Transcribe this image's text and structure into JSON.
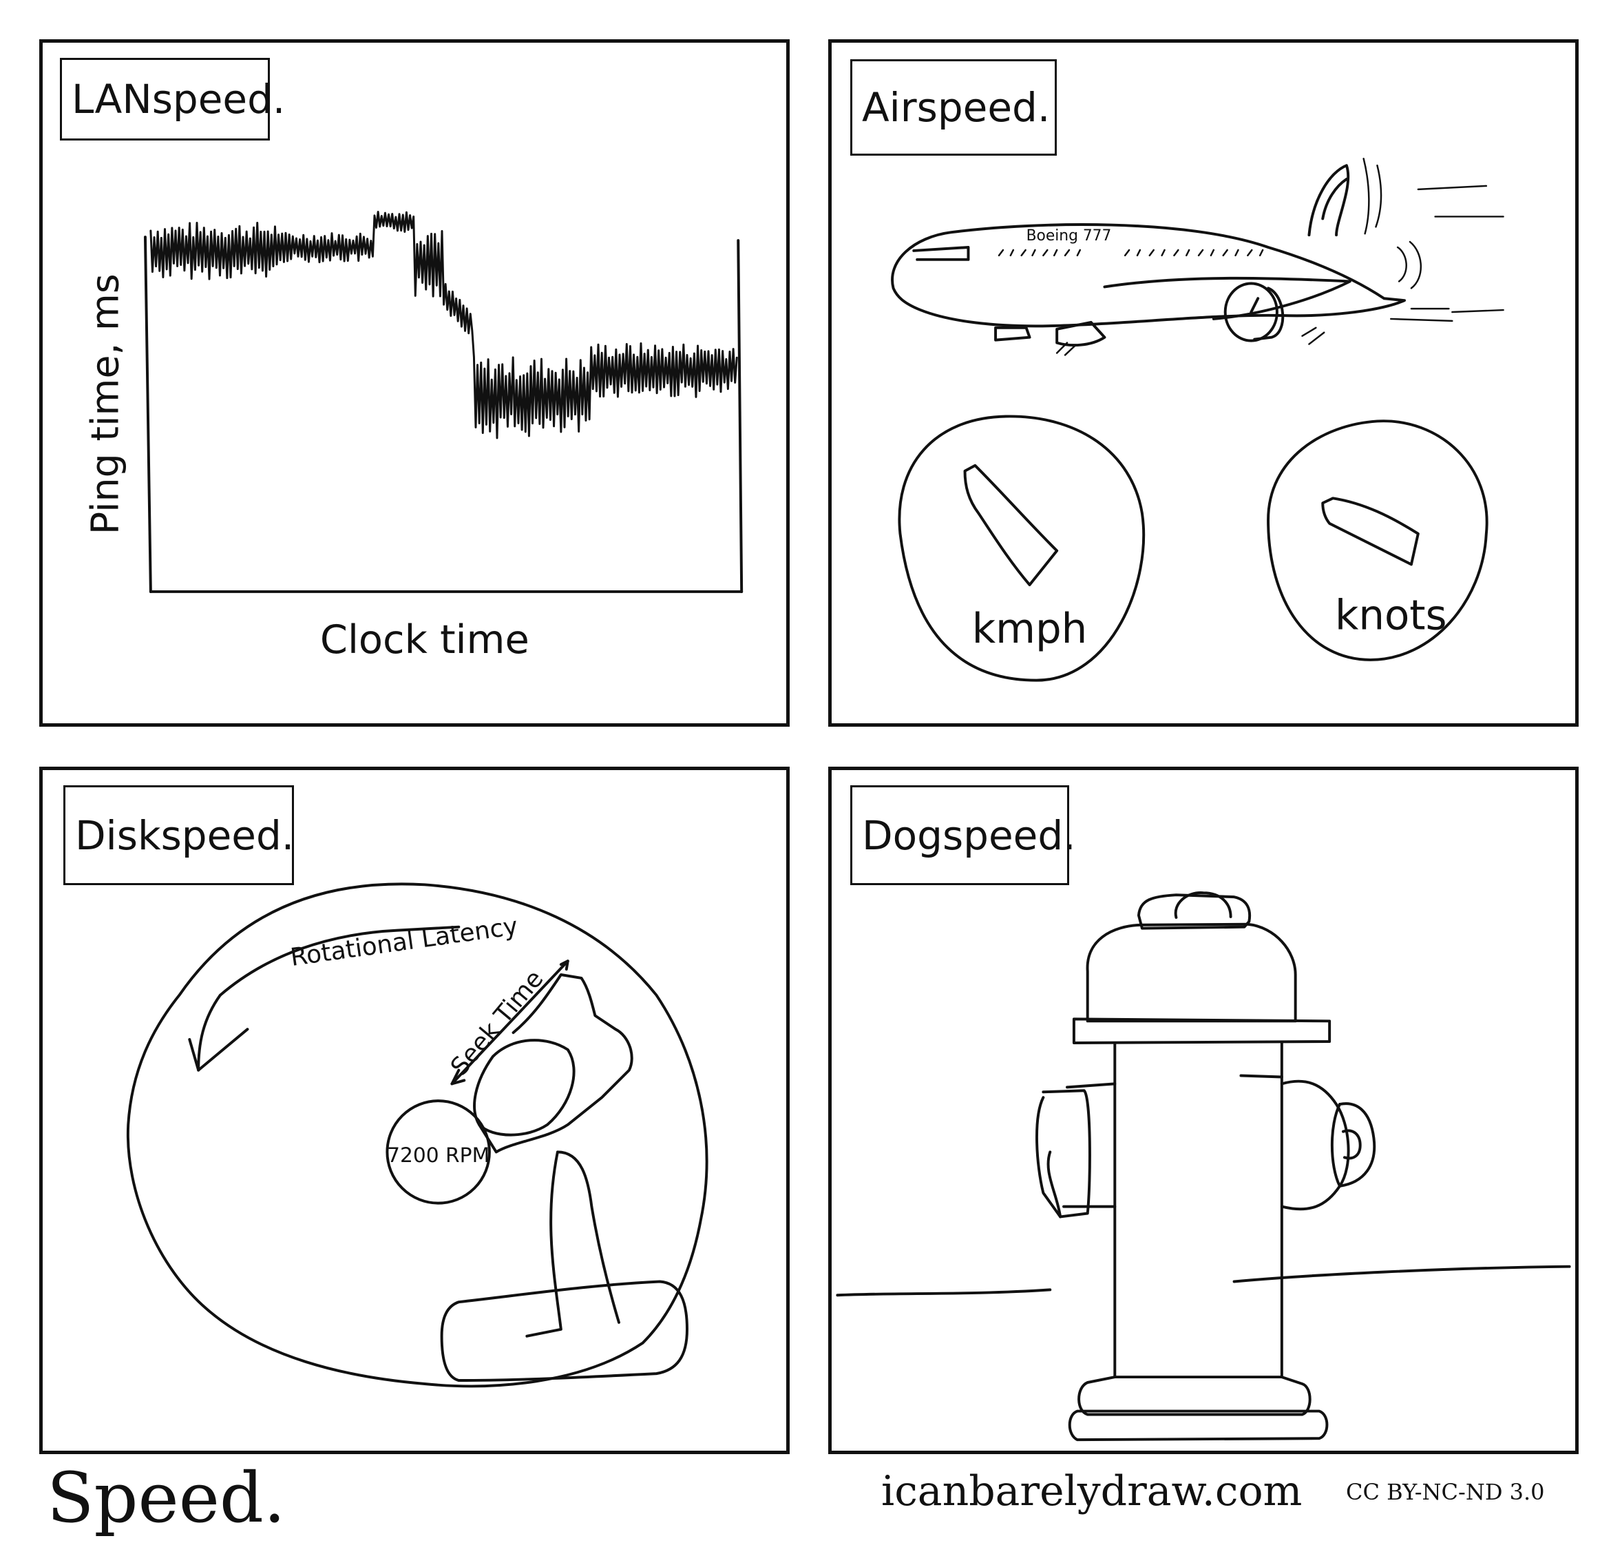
{
  "panels": {
    "lan": {
      "caption": "LANspeed.",
      "ylabel": "Ping time, ms",
      "xlabel": "Clock time"
    },
    "air": {
      "caption": "Airspeed.",
      "plane_label": "Boeing 777",
      "gauge_left": "kmph",
      "gauge_right": "knots"
    },
    "disk": {
      "caption": "Diskspeed.",
      "rotational": "Rotational Latency",
      "seek": "Seek Time",
      "rpm": "7200 RPM"
    },
    "dog": {
      "caption": "Dogspeed."
    }
  },
  "footer": {
    "title": "Speed.",
    "site": "icanbarelydraw.com",
    "license": "CC BY-NC-ND 3.0"
  }
}
